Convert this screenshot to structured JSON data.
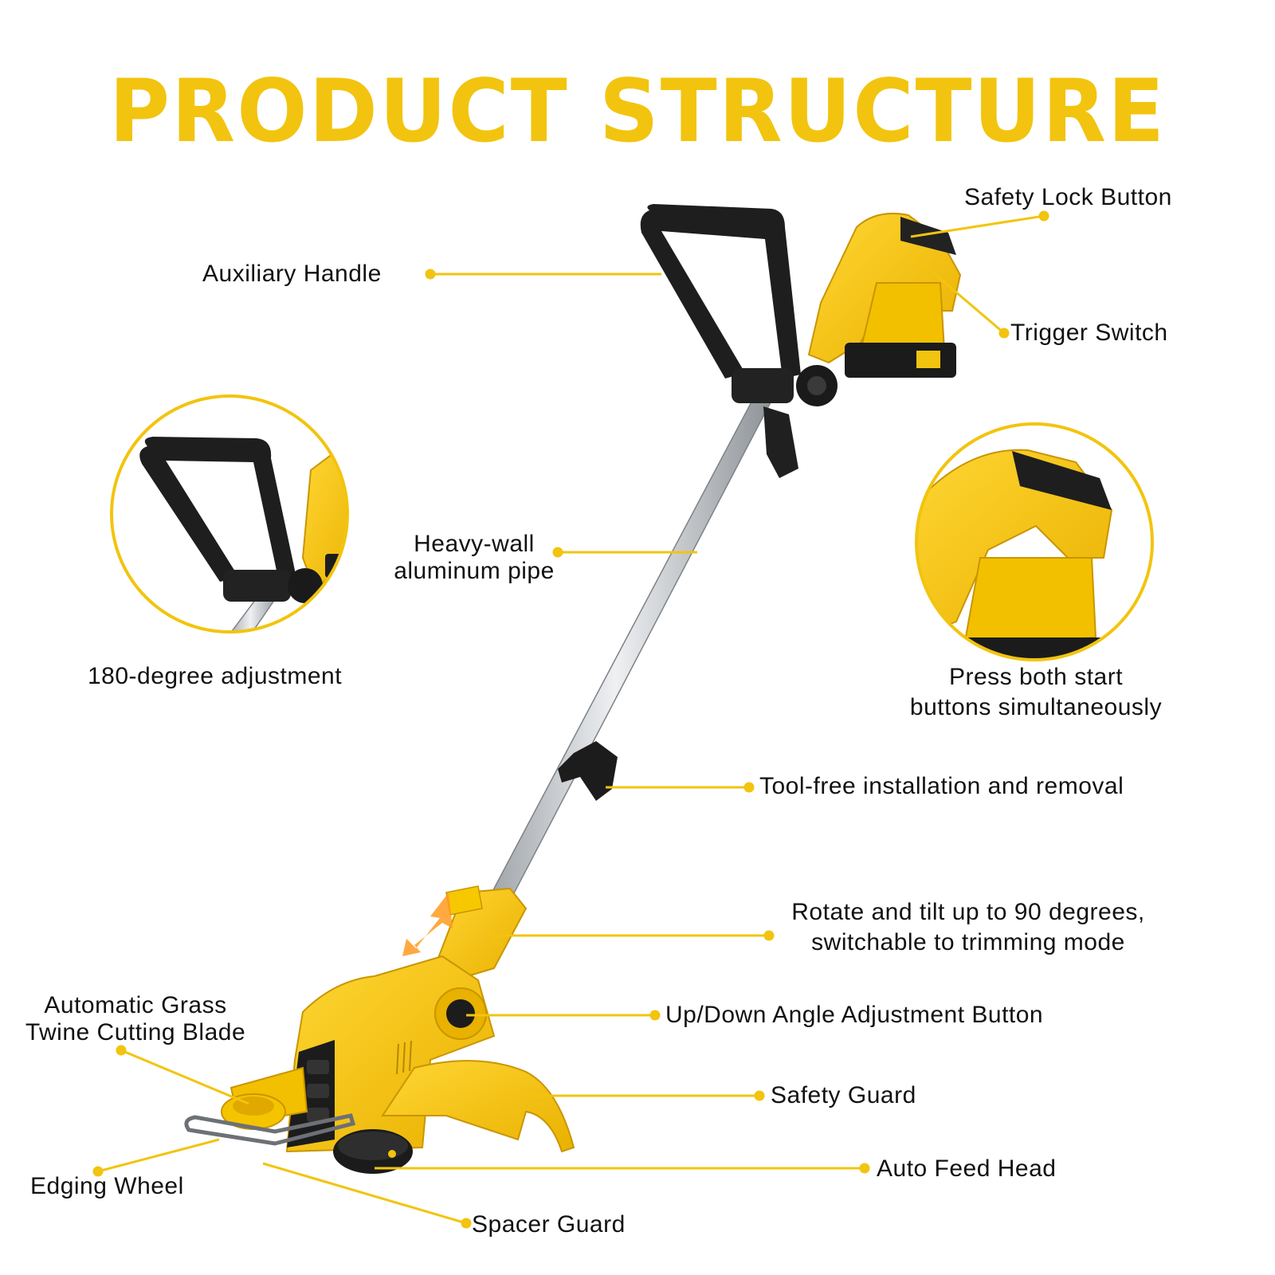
{
  "title": "PRODUCT STRUCTURE",
  "labels": {
    "safety_lock_button": "Safety Lock Button",
    "auxiliary_handle": "Auxiliary Handle",
    "trigger_switch": "Trigger Switch",
    "pipe_line1": "Heavy-wall",
    "pipe_line2": "aluminum pipe",
    "adjustment_180": "180-degree adjustment",
    "press_line1": "Press both start",
    "press_line2": "buttons simultaneously",
    "tool_free": "Tool-free installation and removal",
    "rotate_line1": "Rotate and tilt up to 90 degrees,",
    "rotate_line2": "switchable to trimming mode",
    "blade_line1": "Automatic Grass",
    "blade_line2": "Twine Cutting Blade",
    "angle_button": "Up/Down Angle Adjustment Button",
    "safety_guard": "Safety Guard",
    "edging_wheel": "Edging Wheel",
    "auto_feed_head": "Auto Feed Head",
    "spacer_guard": "Spacer Guard"
  },
  "colors": {
    "accent": "#f2c40f",
    "tool_yellow": "#f5c400",
    "tool_black": "#1c1c1c",
    "pipe": "#c9ccd0"
  }
}
